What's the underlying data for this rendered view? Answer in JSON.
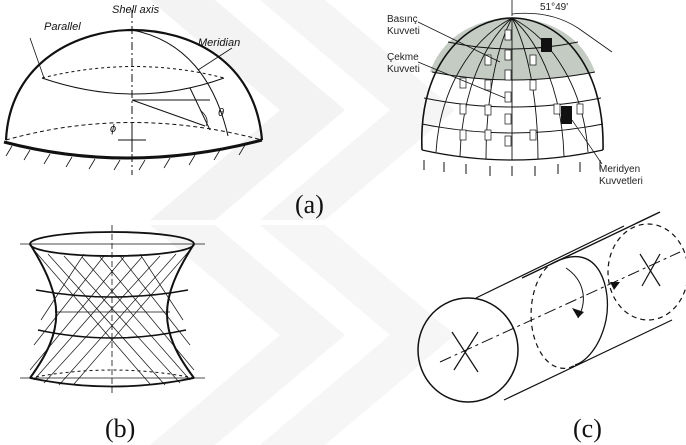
{
  "captions": {
    "a": "(a)",
    "b": "(b)",
    "c": "(c)"
  },
  "shell_diagram": {
    "parallel_label": "Parallel",
    "axis_label": "Shell axis",
    "meridian_label": "Meridian",
    "theta_label": "θ",
    "phi_label": "ϕ"
  },
  "dome_diagram": {
    "compression_label_line1": "Basınç",
    "compression_label_line2": "Kuvveti",
    "tension_label_line1": "Çekme",
    "tension_label_line2": "Kuvveti",
    "meridian_label_line1": "Meridyen",
    "meridian_label_line2": "Kuvvetleri",
    "angle_label": "51°49'"
  },
  "colors": {
    "ink": "#111111",
    "dome_shade": "#bfc8bf",
    "watermark": "#e9e9e9"
  }
}
